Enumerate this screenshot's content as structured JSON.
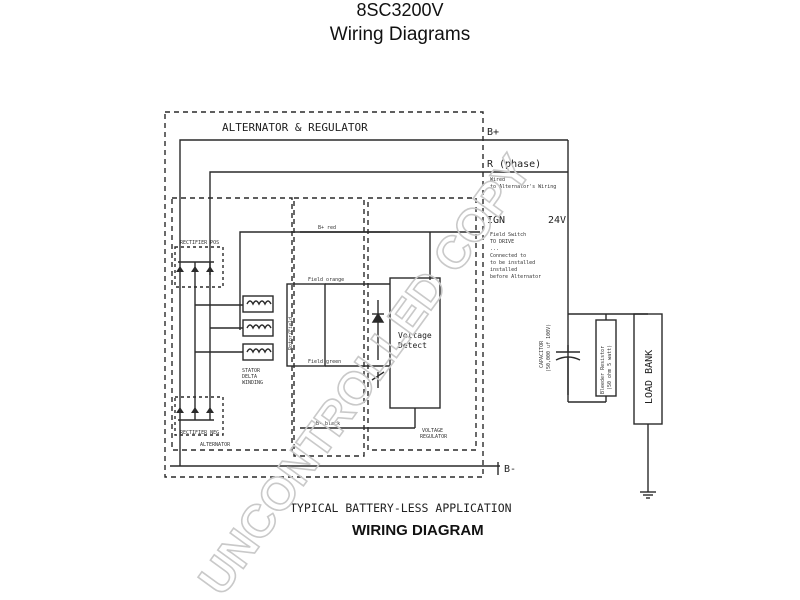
{
  "header": {
    "model": "8SC3200V",
    "subtitle": "Wiring Diagrams"
  },
  "diagram": {
    "block_label": "ALTERNATOR & REGULATOR",
    "terminals": {
      "b_plus": "B+",
      "r_phase": "R (phase)",
      "ign": "IGN",
      "ign_voltage": "24V",
      "b_minus": "B-"
    },
    "notes": {
      "r_phase_note_1": "Wired",
      "r_phase_note_2": "to Alternator's Wiring",
      "ign_note_1": "Field Switch",
      "ign_note_2": "TO DRIVE",
      "ign_note_3": "...",
      "ign_note_4": "Connected to",
      "ign_note_5": "to be installed",
      "ign_note_6": "installed",
      "ign_note_7": "before Alternator"
    },
    "sub_labels": {
      "rectifier_pos": "RECTIFIER POS",
      "rectifier_neg": "RECTIFIER NEG",
      "stator_winding_1": "STATOR",
      "stator_winding_2": "DELTA",
      "stator_winding_3": "WINDING",
      "rotor_field": "Rotor/Field",
      "alternator": "ALTERNATOR",
      "voltage_regulator_1": "VOLTAGE",
      "voltage_regulator_2": "REGULATOR",
      "vr_box_1": "Voltage",
      "vr_box_2": "Detect",
      "wire_b_red": "B+  red",
      "wire_field_orange": "Field  orange",
      "wire_field_green": "Field  green",
      "wire_b_black": "B-  black"
    },
    "capacitor_1": "CAPACITOR",
    "capacitor_2": "(50,000 uf 100V)",
    "resistor_1": "Bleeder Resistor",
    "resistor_2": "(50 ohm 5 watt)",
    "load_bank": "LOAD BANK",
    "application_caption": "TYPICAL BATTERY-LESS APPLICATION",
    "diagram_caption": "WIRING DIAGRAM",
    "watermark": "UNCONTROLLED COPY"
  },
  "colors": {
    "line": "#2a2a2a",
    "watermark": "#c9c9c9"
  }
}
